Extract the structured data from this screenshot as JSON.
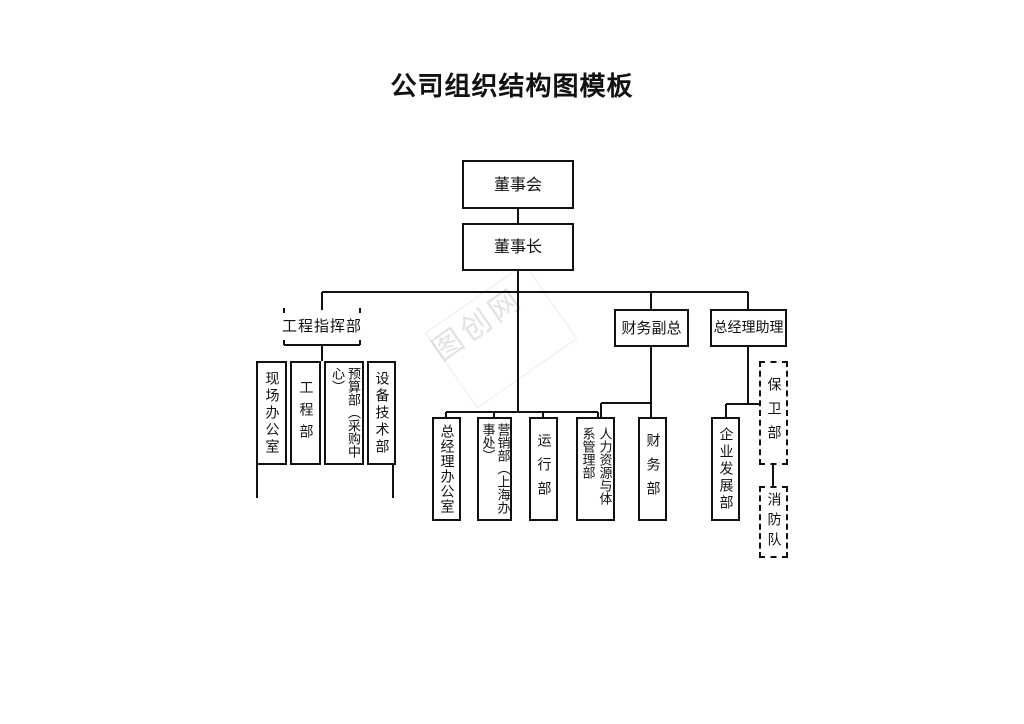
{
  "title": "公司组织结构图模板",
  "watermark": "图创网",
  "nodes": {
    "board": "董事会",
    "chairman": "董事长",
    "eng_command": "工程指挥部",
    "fin_vp": "财务副总",
    "gm_assistant": "总经理助理",
    "site_office": "现场办公室",
    "engineering": "工程部",
    "budget": "预算部（采购中心）",
    "equipment": "设备技术部",
    "gm_office": "总经理办公室",
    "sales": "营销部（上海办事处）",
    "operations": "运行部",
    "hr": "人力资源与体系管理部",
    "finance": "财务部",
    "enterprise_dev": "企业发展部",
    "security": "保卫部",
    "fire": "消防队"
  }
}
